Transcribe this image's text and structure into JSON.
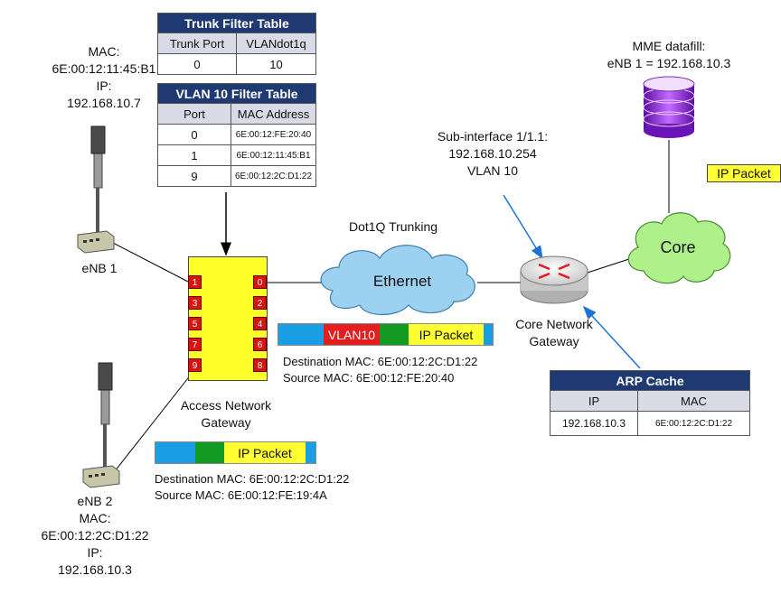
{
  "trunk_table": {
    "title": "Trunk Filter Table",
    "headers": [
      "Trunk Port",
      "VLANdot1q"
    ],
    "rows": [
      [
        "0",
        "10"
      ]
    ]
  },
  "vlan_table": {
    "title": "VLAN 10 Filter Table",
    "headers": [
      "Port",
      "MAC Address"
    ],
    "rows": [
      [
        "0",
        "6E:00:12:FE:20:40"
      ],
      [
        "1",
        "6E:00:12:11:45:B1"
      ],
      [
        "9",
        "6E:00:12:2C:D1:22"
      ]
    ]
  },
  "arp_table": {
    "title": "ARP Cache",
    "headers": [
      "IP",
      "MAC"
    ],
    "rows": [
      [
        "192.168.10.3",
        "6E:00:12:2C:D1:22"
      ]
    ]
  },
  "enb1": {
    "mac_label": "MAC:",
    "mac": "6E:00:12:11:45:B1",
    "ip_label": "IP:",
    "ip": "192.168.10.7",
    "name": "eNB 1"
  },
  "enb2": {
    "name": "eNB 2",
    "mac_label": "MAC:",
    "mac": "6E:00:12:2C:D1:22",
    "ip_label": "IP:",
    "ip": "192.168.10.3"
  },
  "mme": {
    "line1": "MME datafill:",
    "line2": "eNB 1 = 192.168.10.3"
  },
  "subif": {
    "line1": "Sub-interface 1/1.1:",
    "line2": "192.168.10.254",
    "line3": "VLAN 10"
  },
  "labels": {
    "dot1q": "Dot1Q Trunking",
    "ethernet": "Ethernet",
    "core": "Core",
    "core_gw_1": "Core Network",
    "core_gw_2": "Gateway",
    "access_gw_1": "Access Network",
    "access_gw_2": "Gateway",
    "mme_ip_packet": "IP Packet"
  },
  "ports_left": [
    "1",
    "3",
    "5",
    "7",
    "9"
  ],
  "ports_right": [
    "0",
    "2",
    "4",
    "6",
    "8"
  ],
  "frame_tagged": {
    "vlan": "VLAN10",
    "payload": "IP Packet",
    "dst": "Destination MAC: 6E:00:12:2C:D1:22",
    "src": "Source MAC: 6E:00:12:FE:20:40"
  },
  "frame_untagged": {
    "payload": "IP Packet",
    "dst": "Destination MAC: 6E:00:12:2C:D1:22",
    "src": "Source MAC: 6E:00:12:FE:19:4A"
  },
  "colors": {
    "header_navy": "#1f3a73",
    "port_red": "#d9140f",
    "switch_yellow": "#ffff2a",
    "frame_blue": "#1a9fe5",
    "frame_green": "#139a22",
    "frame_yellow": "#ffff33",
    "cloud_blue": "#9cd2f0",
    "cloud_green": "#aef08a",
    "db_purple": "#8c1fd6"
  }
}
